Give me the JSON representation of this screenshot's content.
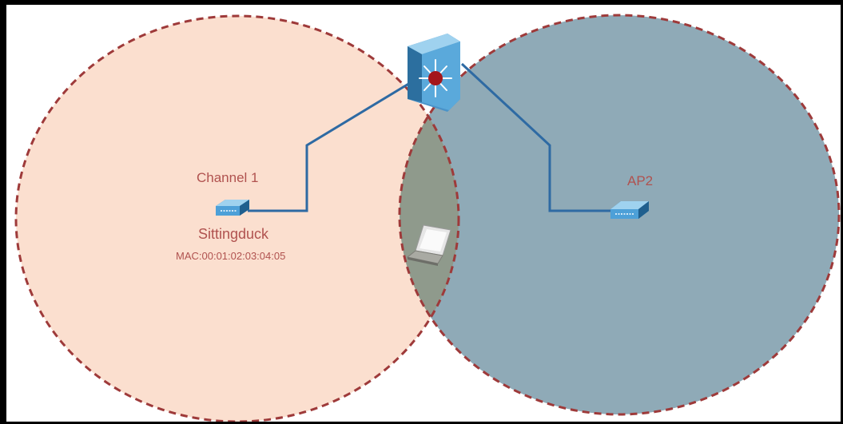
{
  "colors": {
    "left_zone_fill": "#fbdfcf",
    "right_zone_fill": "#8faab7",
    "overlap_fill": "#8f9a8c",
    "zone_stroke": "#9e3a3a",
    "link_color": "#2e6aa3",
    "label_color": "#b0524f",
    "mac_color": "#b0524f"
  },
  "zones": {
    "left": {
      "label": "Channel 1"
    },
    "right": {
      "label": "AP2"
    }
  },
  "ap1": {
    "name": "Sittingduck",
    "mac": "MAC:00:01:02:03:04:05"
  },
  "ap2": {
    "name": "AP2"
  },
  "devices": {
    "switch_icon": "layer3-switch-icon",
    "ap_icon": "access-point-icon",
    "laptop_icon": "laptop-icon"
  }
}
